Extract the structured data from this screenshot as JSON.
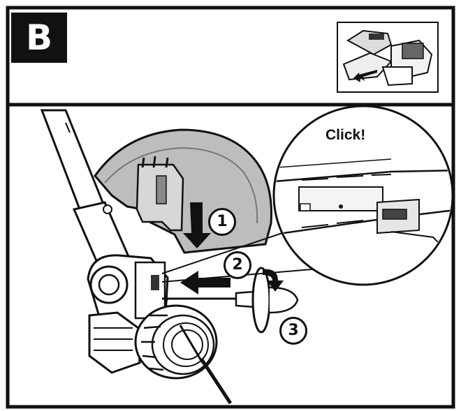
{
  "header": {
    "step_letter": "B"
  },
  "detail": {
    "click_label": "Click!"
  },
  "steps": [
    {
      "number": "1"
    },
    {
      "number": "2"
    },
    {
      "number": "3"
    }
  ]
}
